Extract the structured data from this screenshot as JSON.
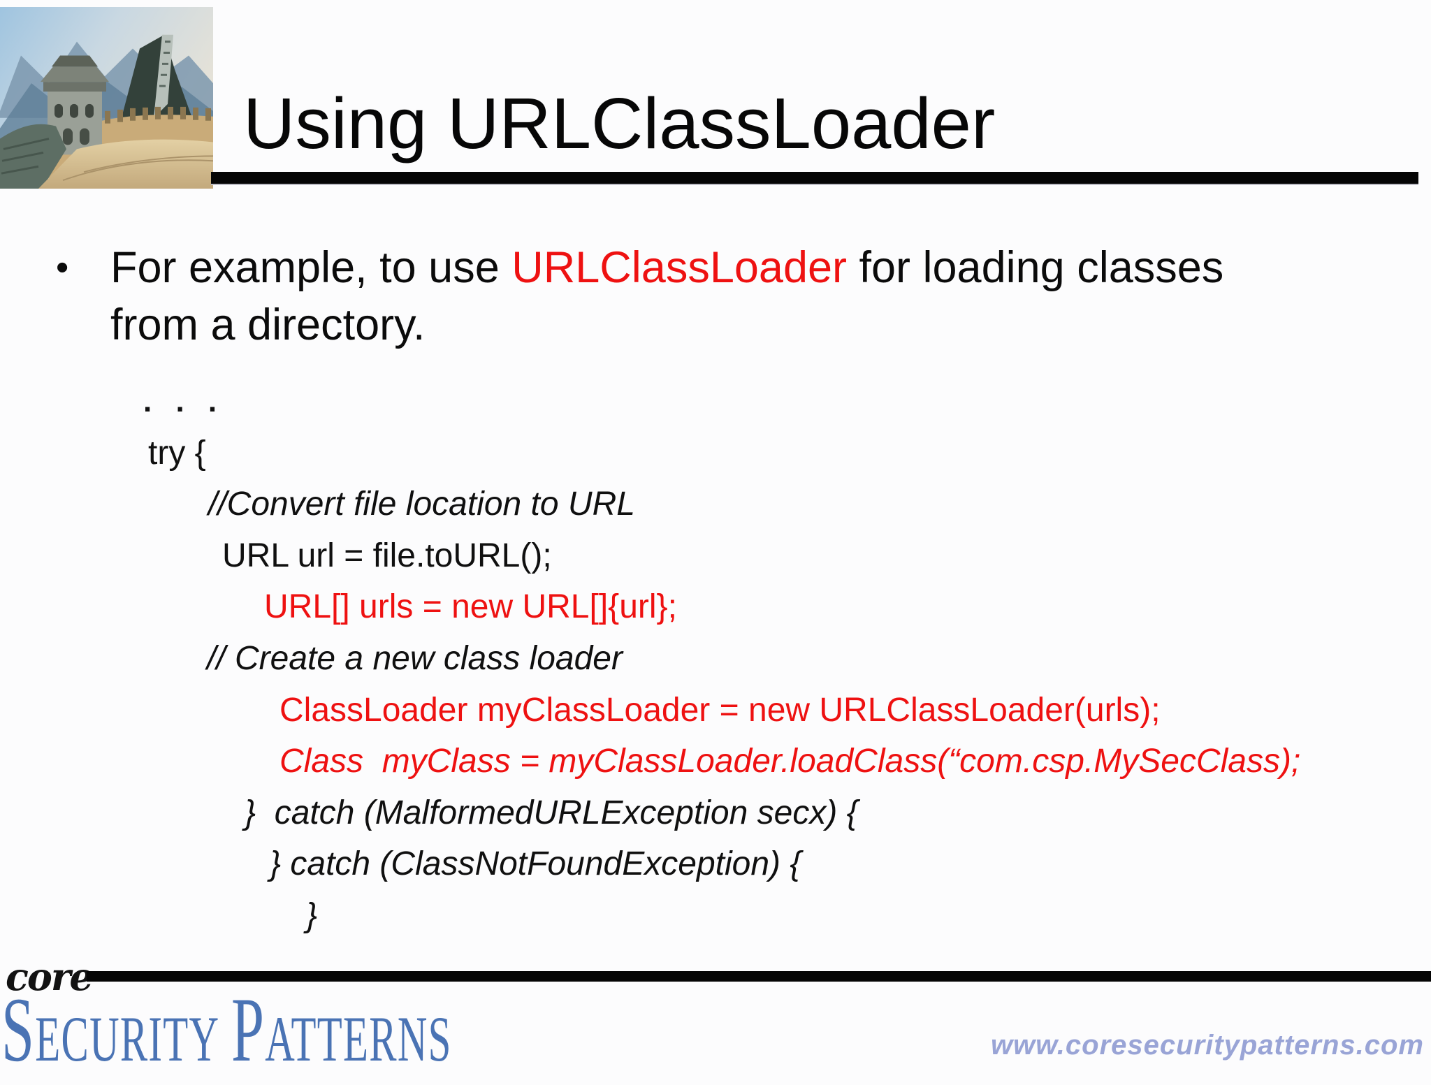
{
  "slide": {
    "header": {
      "title": "Using URLClassLoader",
      "image_icon": "great-wall-of-china-photo"
    },
    "bullet": {
      "marker": "•",
      "text_before": "For example, to use ",
      "text_highlight": "URLClassLoader",
      "text_after": " for loading classes",
      "text_line2": "from a directory."
    },
    "code": {
      "lines": [
        ". . .",
        "try {",
        "//Convert file location to URL",
        "URL url = file.toURL();",
        "URL[] urls = new URL[]{url};",
        "// Create a new class loader",
        "ClassLoader myClassLoader = new URLClassLoader(urls);",
        "Class  myClass = myClassLoader.loadClass(“com.csp.MySecClass);",
        "}  catch (MalformedURLException secx) {",
        "} catch (ClassNotFoundException) {",
        "}"
      ]
    },
    "footer": {
      "logo_script": "core",
      "logo_word1_initial": "S",
      "logo_word1_rest": "ECURITY",
      "logo_word2_initial": "P",
      "logo_word2_rest": "ATTERNS",
      "website": "www.coresecuritypatterns.com"
    },
    "colors": {
      "highlight_red": "#ee1111",
      "logo_blue": "#4a73b4",
      "website_blue": "#99a4d6"
    }
  }
}
